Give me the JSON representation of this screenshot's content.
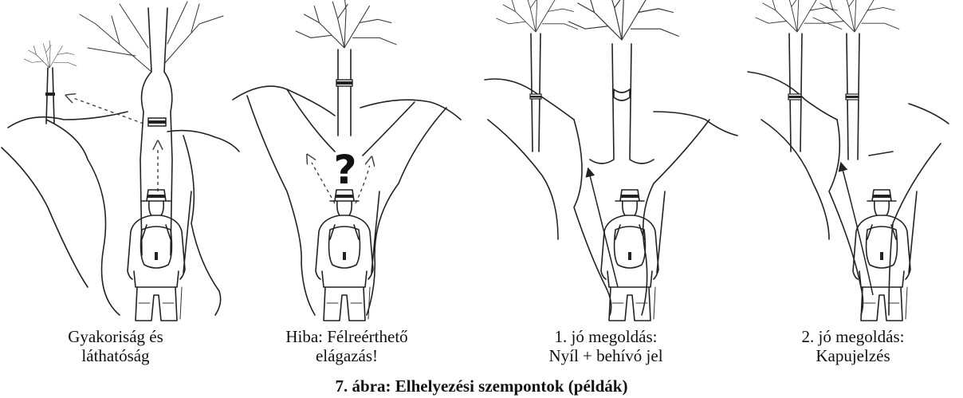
{
  "panels": [
    {
      "caption_line1": "Gyakoriság és",
      "caption_line2": "láthatóság"
    },
    {
      "caption_line1": "Hiba: Félreérthető",
      "caption_line2": "elágazás!",
      "question_mark": "?"
    },
    {
      "caption_line1": "1. jó megoldás:",
      "caption_line2": "Nyíl + behívó jel"
    },
    {
      "caption_line1": "2. jó megoldás:",
      "caption_line2": "Kapujelzés"
    }
  ],
  "figure_title": "7. ábra: Elhelyezési szempontok (példák)"
}
